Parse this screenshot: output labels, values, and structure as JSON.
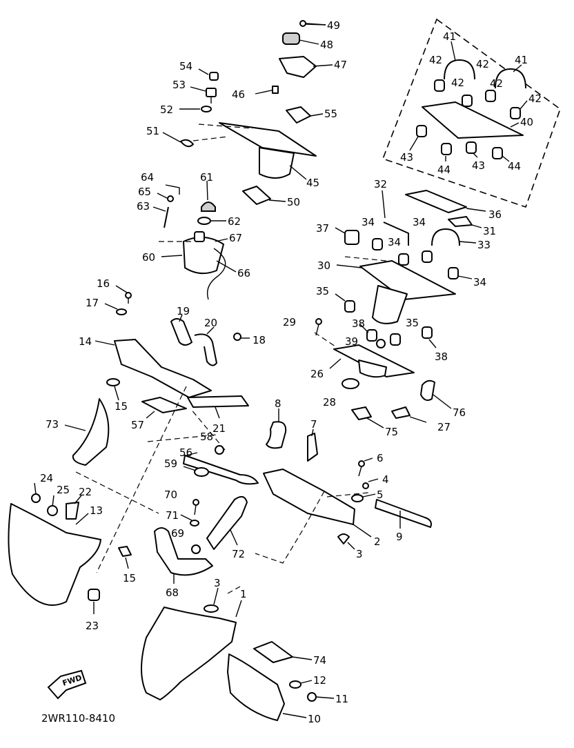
{
  "diagram_code": "2WR110-8410",
  "fwd_label": "FWD",
  "callouts": [
    {
      "n": "49"
    },
    {
      "n": "48"
    },
    {
      "n": "47"
    },
    {
      "n": "54"
    },
    {
      "n": "53"
    },
    {
      "n": "46"
    },
    {
      "n": "55"
    },
    {
      "n": "52"
    },
    {
      "n": "51"
    },
    {
      "n": "45"
    },
    {
      "n": "61"
    },
    {
      "n": "64"
    },
    {
      "n": "65"
    },
    {
      "n": "63"
    },
    {
      "n": "50"
    },
    {
      "n": "62"
    },
    {
      "n": "60"
    },
    {
      "n": "67"
    },
    {
      "n": "66"
    },
    {
      "n": "41"
    },
    {
      "n": "41"
    },
    {
      "n": "42"
    },
    {
      "n": "42"
    },
    {
      "n": "42"
    },
    {
      "n": "42"
    },
    {
      "n": "42"
    },
    {
      "n": "40"
    },
    {
      "n": "43"
    },
    {
      "n": "44"
    },
    {
      "n": "43"
    },
    {
      "n": "44"
    },
    {
      "n": "32"
    },
    {
      "n": "36"
    },
    {
      "n": "31"
    },
    {
      "n": "37"
    },
    {
      "n": "34"
    },
    {
      "n": "34"
    },
    {
      "n": "34"
    },
    {
      "n": "33"
    },
    {
      "n": "30"
    },
    {
      "n": "34"
    },
    {
      "n": "35"
    },
    {
      "n": "29"
    },
    {
      "n": "38"
    },
    {
      "n": "35"
    },
    {
      "n": "39"
    },
    {
      "n": "38"
    },
    {
      "n": "26"
    },
    {
      "n": "28"
    },
    {
      "n": "76"
    },
    {
      "n": "16"
    },
    {
      "n": "17"
    },
    {
      "n": "19"
    },
    {
      "n": "20"
    },
    {
      "n": "18"
    },
    {
      "n": "14"
    },
    {
      "n": "15"
    },
    {
      "n": "57"
    },
    {
      "n": "21"
    },
    {
      "n": "8"
    },
    {
      "n": "7"
    },
    {
      "n": "75"
    },
    {
      "n": "27"
    },
    {
      "n": "73"
    },
    {
      "n": "58"
    },
    {
      "n": "56"
    },
    {
      "n": "59"
    },
    {
      "n": "6"
    },
    {
      "n": "4"
    },
    {
      "n": "5"
    },
    {
      "n": "9"
    },
    {
      "n": "24"
    },
    {
      "n": "25"
    },
    {
      "n": "22"
    },
    {
      "n": "13"
    },
    {
      "n": "70"
    },
    {
      "n": "71"
    },
    {
      "n": "69"
    },
    {
      "n": "72"
    },
    {
      "n": "2"
    },
    {
      "n": "3"
    },
    {
      "n": "15"
    },
    {
      "n": "68"
    },
    {
      "n": "3"
    },
    {
      "n": "1"
    },
    {
      "n": "23"
    },
    {
      "n": "74"
    },
    {
      "n": "12"
    },
    {
      "n": "11"
    },
    {
      "n": "10"
    }
  ]
}
